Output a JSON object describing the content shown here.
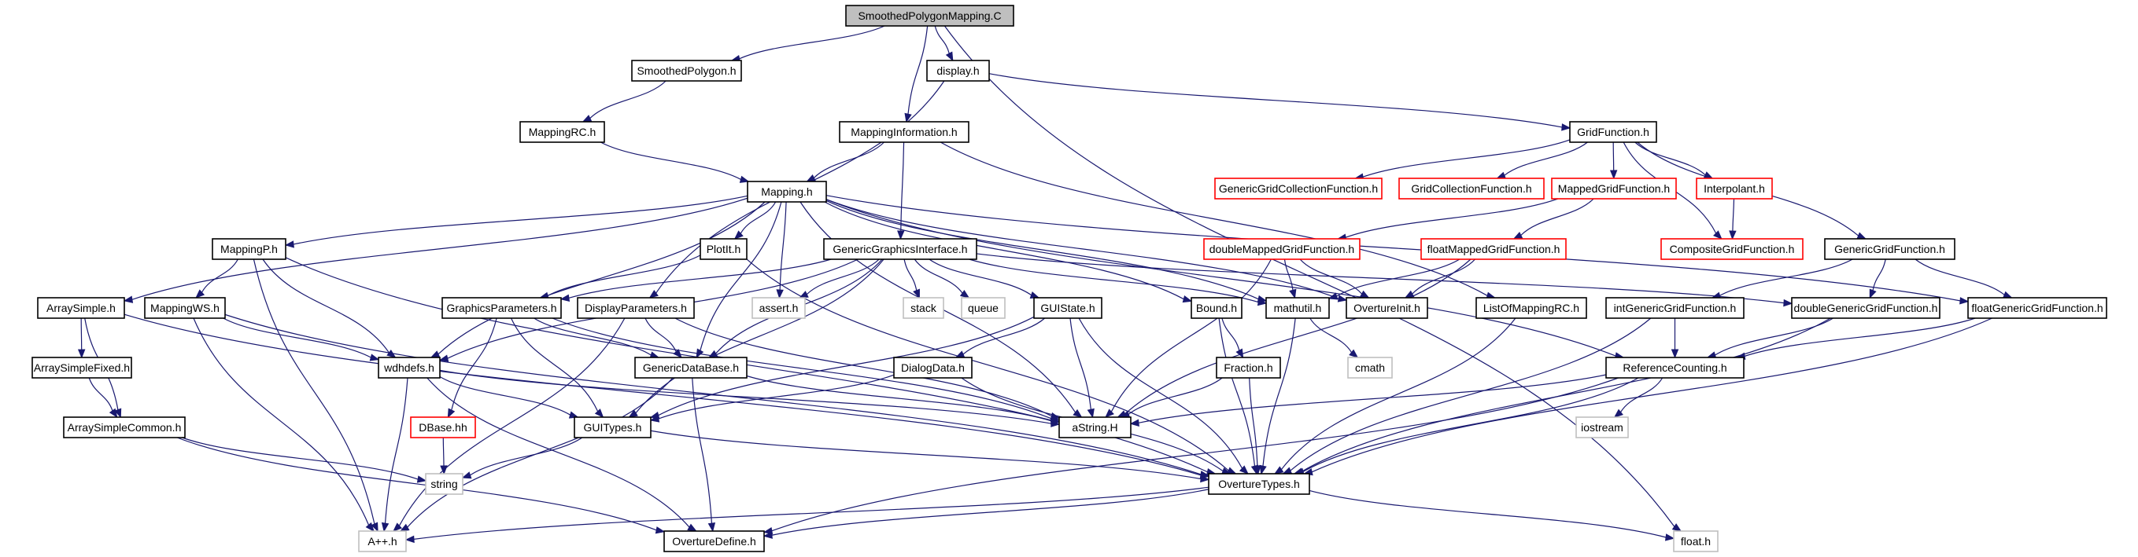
{
  "diagram": {
    "nodes": [
      {
        "id": "root",
        "label": "SmoothedPolygonMapping.C",
        "style": "root"
      },
      {
        "id": "smoothedpolygon",
        "label": "SmoothedPolygon.h",
        "style": "black"
      },
      {
        "id": "display",
        "label": "display.h",
        "style": "black"
      },
      {
        "id": "mappingrc",
        "label": "MappingRC.h",
        "style": "black"
      },
      {
        "id": "mappinginformation",
        "label": "MappingInformation.h",
        "style": "black"
      },
      {
        "id": "gridfunction",
        "label": "GridFunction.h",
        "style": "black"
      },
      {
        "id": "mapping",
        "label": "Mapping.h",
        "style": "black"
      },
      {
        "id": "gengridcollfn",
        "label": "GenericGridCollectionFunction.h",
        "style": "red"
      },
      {
        "id": "gridcollfn",
        "label": "GridCollectionFunction.h",
        "style": "red"
      },
      {
        "id": "mappedgridfn",
        "label": "MappedGridFunction.h",
        "style": "red"
      },
      {
        "id": "interpolant",
        "label": "Interpolant.h",
        "style": "red"
      },
      {
        "id": "mappingp",
        "label": "MappingP.h",
        "style": "black"
      },
      {
        "id": "plotit",
        "label": "PlotIt.h",
        "style": "black"
      },
      {
        "id": "genericgraphics",
        "label": "GenericGraphicsInterface.h",
        "style": "black"
      },
      {
        "id": "doublemappedgf",
        "label": "doubleMappedGridFunction.h",
        "style": "red"
      },
      {
        "id": "floatmappedgf",
        "label": "floatMappedGridFunction.h",
        "style": "red"
      },
      {
        "id": "compositegf",
        "label": "CompositeGridFunction.h",
        "style": "red"
      },
      {
        "id": "genericgf",
        "label": "GenericGridFunction.h",
        "style": "black"
      },
      {
        "id": "arraysimple",
        "label": "ArraySimple.h",
        "style": "black"
      },
      {
        "id": "mappingws",
        "label": "MappingWS.h",
        "style": "black"
      },
      {
        "id": "graphicsparams",
        "label": "GraphicsParameters.h",
        "style": "black"
      },
      {
        "id": "displayparams",
        "label": "DisplayParameters.h",
        "style": "black"
      },
      {
        "id": "assert",
        "label": "assert.h",
        "style": "gray"
      },
      {
        "id": "stack",
        "label": "stack",
        "style": "gray"
      },
      {
        "id": "queue",
        "label": "queue",
        "style": "gray"
      },
      {
        "id": "guistate",
        "label": "GUIState.h",
        "style": "black"
      },
      {
        "id": "bound",
        "label": "Bound.h",
        "style": "black"
      },
      {
        "id": "mathutil",
        "label": "mathutil.h",
        "style": "black"
      },
      {
        "id": "overtureinit",
        "label": "OvertureInit.h",
        "style": "black"
      },
      {
        "id": "listofmappingrc",
        "label": "ListOfMappingRC.h",
        "style": "black"
      },
      {
        "id": "intgenericgf",
        "label": "intGenericGridFunction.h",
        "style": "black"
      },
      {
        "id": "doublegenericgf",
        "label": "doubleGenericGridFunction.h",
        "style": "black"
      },
      {
        "id": "floatgenericgf",
        "label": "floatGenericGridFunction.h",
        "style": "black"
      },
      {
        "id": "arraysimplefixed",
        "label": "ArraySimpleFixed.h",
        "style": "black"
      },
      {
        "id": "wdhdefs",
        "label": "wdhdefs.h",
        "style": "black"
      },
      {
        "id": "genericdatabase",
        "label": "GenericDataBase.h",
        "style": "black"
      },
      {
        "id": "dialogdata",
        "label": "DialogData.h",
        "style": "black"
      },
      {
        "id": "fraction",
        "label": "Fraction.h",
        "style": "black"
      },
      {
        "id": "cmath",
        "label": "cmath",
        "style": "gray"
      },
      {
        "id": "referencecounting",
        "label": "ReferenceCounting.h",
        "style": "black"
      },
      {
        "id": "arraysimplecommon",
        "label": "ArraySimpleCommon.h",
        "style": "black"
      },
      {
        "id": "dbase",
        "label": "DBase.hh",
        "style": "red"
      },
      {
        "id": "guitypes",
        "label": "GUITypes.h",
        "style": "black"
      },
      {
        "id": "astring",
        "label": "aString.H",
        "style": "black"
      },
      {
        "id": "iostream",
        "label": "iostream",
        "style": "gray"
      },
      {
        "id": "string",
        "label": "string",
        "style": "gray"
      },
      {
        "id": "overturetypes",
        "label": "OvertureTypes.h",
        "style": "black"
      },
      {
        "id": "app",
        "label": "A++.h",
        "style": "gray"
      },
      {
        "id": "overturedefine",
        "label": "OvertureDefine.h",
        "style": "black"
      },
      {
        "id": "float",
        "label": "float.h",
        "style": "gray"
      }
    ],
    "edges": [
      [
        "root",
        "smoothedpolygon"
      ],
      [
        "root",
        "display"
      ],
      [
        "root",
        "mappinginformation"
      ],
      [
        "root",
        "float"
      ],
      [
        "smoothedpolygon",
        "mappingrc"
      ],
      [
        "mappingrc",
        "mapping"
      ],
      [
        "display",
        "gridfunction"
      ],
      [
        "display",
        "displayparams"
      ],
      [
        "mappinginformation",
        "mapping"
      ],
      [
        "mappinginformation",
        "genericgraphics"
      ],
      [
        "mappinginformation",
        "listofmappingrc"
      ],
      [
        "gridfunction",
        "gengridcollfn"
      ],
      [
        "gridfunction",
        "gridcollfn"
      ],
      [
        "gridfunction",
        "mappedgridfn"
      ],
      [
        "gridfunction",
        "interpolant"
      ],
      [
        "gridfunction",
        "compositegf"
      ],
      [
        "gridfunction",
        "genericgf"
      ],
      [
        "mappedgridfn",
        "doublemappedgf"
      ],
      [
        "mappedgridfn",
        "floatmappedgf"
      ],
      [
        "interpolant",
        "compositegf"
      ],
      [
        "mapping",
        "mappingp"
      ],
      [
        "mapping",
        "plotit"
      ],
      [
        "mapping",
        "arraysimple"
      ],
      [
        "mapping",
        "assert"
      ],
      [
        "mapping",
        "wdhdefs"
      ],
      [
        "mapping",
        "genericdatabase"
      ],
      [
        "mapping",
        "astring"
      ],
      [
        "mapping",
        "bound"
      ],
      [
        "mapping",
        "mathutil"
      ],
      [
        "mapping",
        "overtureinit"
      ],
      [
        "mapping",
        "referencecounting"
      ],
      [
        "mapping",
        "floatgenericgf"
      ],
      [
        "genericgf",
        "intgenericgf"
      ],
      [
        "genericgf",
        "doublegenericgf"
      ],
      [
        "genericgf",
        "floatgenericgf"
      ],
      [
        "doublemappedgf",
        "mathutil"
      ],
      [
        "doublemappedgf",
        "overtureinit"
      ],
      [
        "doublemappedgf",
        "astring"
      ],
      [
        "floatmappedgf",
        "mathutil"
      ],
      [
        "floatmappedgf",
        "overtureinit"
      ],
      [
        "floatmappedgf",
        "astring"
      ],
      [
        "mappingp",
        "mappingws"
      ],
      [
        "mappingp",
        "wdhdefs"
      ],
      [
        "mappingp",
        "app"
      ],
      [
        "mappingp",
        "overturetypes"
      ],
      [
        "plotit",
        "graphicsparams"
      ],
      [
        "plotit",
        "overturetypes"
      ],
      [
        "genericgraphics",
        "graphicsparams"
      ],
      [
        "genericgraphics",
        "assert"
      ],
      [
        "genericgraphics",
        "stack"
      ],
      [
        "genericgraphics",
        "queue"
      ],
      [
        "genericgraphics",
        "guistate"
      ],
      [
        "genericgraphics",
        "mathutil"
      ],
      [
        "genericgraphics",
        "wdhdefs"
      ],
      [
        "genericgraphics",
        "genericdatabase"
      ],
      [
        "genericgraphics",
        "guitypes"
      ],
      [
        "genericgraphics",
        "doublegenericgf"
      ],
      [
        "arraysimple",
        "arraysimplefixed"
      ],
      [
        "arraysimple",
        "arraysimplecommon"
      ],
      [
        "arraysimple",
        "overturetypes"
      ],
      [
        "arraysimplefixed",
        "arraysimplecommon"
      ],
      [
        "mappingws",
        "wdhdefs"
      ],
      [
        "mappingws",
        "app"
      ],
      [
        "mappingws",
        "overturetypes"
      ],
      [
        "graphicsparams",
        "dbase"
      ],
      [
        "graphicsparams",
        "guitypes"
      ],
      [
        "graphicsparams",
        "genericdatabase"
      ],
      [
        "graphicsparams",
        "astring"
      ],
      [
        "displayparams",
        "genericdatabase"
      ],
      [
        "displayparams",
        "astring"
      ],
      [
        "displayparams",
        "app"
      ],
      [
        "guistate",
        "dialogdata"
      ],
      [
        "guistate",
        "astring"
      ],
      [
        "guistate",
        "guitypes"
      ],
      [
        "guistate",
        "overturetypes"
      ],
      [
        "bound",
        "fraction"
      ],
      [
        "bound",
        "overturetypes"
      ],
      [
        "mathutil",
        "cmath"
      ],
      [
        "mathutil",
        "overturetypes"
      ],
      [
        "listofmappingrc",
        "overturetypes"
      ],
      [
        "intgenericgf",
        "referencecounting"
      ],
      [
        "intgenericgf",
        "overturetypes"
      ],
      [
        "doublegenericgf",
        "referencecounting"
      ],
      [
        "doublegenericgf",
        "overturetypes"
      ],
      [
        "floatgenericgf",
        "referencecounting"
      ],
      [
        "floatgenericgf",
        "overturetypes"
      ],
      [
        "wdhdefs",
        "guitypes"
      ],
      [
        "wdhdefs",
        "astring"
      ],
      [
        "wdhdefs",
        "app"
      ],
      [
        "wdhdefs",
        "overturedefine"
      ],
      [
        "genericdatabase",
        "astring"
      ],
      [
        "genericdatabase",
        "app"
      ],
      [
        "genericdatabase",
        "overturedefine"
      ],
      [
        "dialogdata",
        "guitypes"
      ],
      [
        "dialogdata",
        "overturetypes"
      ],
      [
        "fraction",
        "astring"
      ],
      [
        "fraction",
        "overturetypes"
      ],
      [
        "referencecounting",
        "astring"
      ],
      [
        "referencecounting",
        "iostream"
      ],
      [
        "referencecounting",
        "overturetypes"
      ],
      [
        "referencecounting",
        "overturedefine"
      ],
      [
        "arraysimplecommon",
        "string"
      ],
      [
        "arraysimplecommon",
        "overturedefine"
      ],
      [
        "dbase",
        "string"
      ],
      [
        "guitypes",
        "string"
      ],
      [
        "guitypes",
        "overturetypes"
      ],
      [
        "overturetypes",
        "app"
      ],
      [
        "overturetypes",
        "overturedefine"
      ],
      [
        "overturetypes",
        "float"
      ]
    ]
  }
}
